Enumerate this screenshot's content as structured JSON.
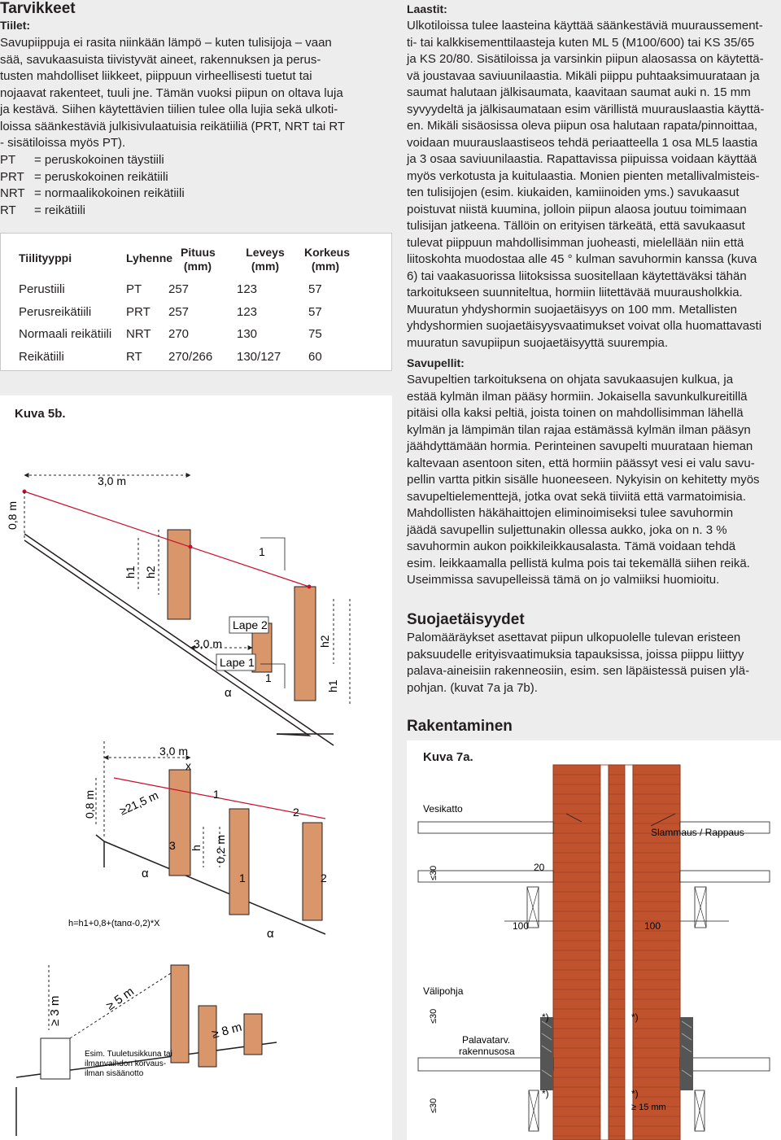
{
  "left": {
    "title": "Tarvikkeet",
    "subtitle": "Tiilet:",
    "paragraph_lines": [
      "Savupiippuja ei rasita niinkään lämpö – kuten tulisijoja – vaan",
      "sää, savukaasuista tiivistyvät aineet, rakennuksen ja perus-",
      "tusten mahdolliset liikkeet, piippuun virheellisesti tuetut tai",
      "nojaavat rakenteet, tuuli jne. Tämän vuoksi piipun on oltava luja",
      "ja kestävä. Siihen käytettävien tiilien tulee olla lujia sekä ulkoti-",
      "loissa säänkestäviä julkisivulaatuisia reikätiiliä (PRT, NRT tai RT",
      "- sisätiloissa myös PT)."
    ],
    "abbreviations": [
      {
        "abbr": "PT",
        "def": "= peruskokoinen täystiili"
      },
      {
        "abbr": "PRT",
        "def": "= peruskokoinen reikätiili"
      },
      {
        "abbr": "NRT",
        "def": "= normaalikokoinen reikätiili"
      },
      {
        "abbr": "RT",
        "def": "= reikätiili"
      }
    ],
    "table": {
      "headers": [
        "Tiilityyppi",
        "Lyhenne",
        "Pituus (mm)",
        "Leveys (mm)",
        "Korkeus (mm)"
      ],
      "rows": [
        [
          "Perustiili",
          "PT",
          "257",
          "123",
          "57"
        ],
        [
          "Perusreikätiili",
          "PRT",
          "257",
          "123",
          "57"
        ],
        [
          "Normaali reikätiili",
          "NRT",
          "270",
          "130",
          "75"
        ],
        [
          "Reikätiili",
          "RT",
          "270/266",
          "130/127",
          "60"
        ]
      ]
    },
    "figure_caption": "Kuva 5b.",
    "fig1_labels": {
      "top": "3,0 m",
      "side": "0,8 m",
      "h1": "h1",
      "h2": "h2",
      "one_a": "1",
      "lape2": "Lape 2",
      "lape1": "Lape 1",
      "mid": "3,0 m",
      "one_b": "1",
      "alpha": "α",
      "h2b": "h2",
      "h1b": "h1"
    },
    "fig2_labels": {
      "top": "3,0 m",
      "x": "x",
      "side": "0,8 m",
      "slope": "≥21,5 m",
      "one_a": "1",
      "two_a": "2",
      "three": "3",
      "h": "h",
      "zero2": "0,2 m",
      "one_b": "1",
      "two_b": "2",
      "alpha": "α",
      "alpha2": "α",
      "formula": "h=h1+0,8+(tanα-0,2)*X"
    },
    "fig3_labels": {
      "three": "≥ 3 m",
      "five": "≥ 5 m",
      "eight": "≥ 8 m",
      "note": [
        "Esim. Tuuletusikkuna tai",
        "ilmanvaihdon korvaus-",
        "ilman sisäänotto"
      ]
    }
  },
  "right": {
    "laastit_title": "Laastit:",
    "laastit_lines": [
      "Ulkotiloissa tulee laasteina käyttää säänkestäviä muuraussement-",
      "ti- tai kalkkisementtilaasteja kuten ML 5 (M100/600) tai KS 35/65",
      "ja KS 20/80. Sisätiloissa ja varsinkin piipun alaosassa on käytettä-",
      "vä joustavaa saviuunilaastia. Mikäli piippu puhtaaksimuurataan ja",
      "saumat halutaan jälkisaumata, kaavitaan saumat auki n. 15 mm",
      "syvyydeltä ja jälkisaumataan esim värillistä muurauslaastia käyttä-",
      "en. Mikäli sisäosissa oleva piipun osa halutaan rapata/pinnoittaa,",
      "voidaan muurauslaastiseos tehdä periaatteella 1 osa ML5 laastia",
      "ja 3 osaa saviuunilaastia. Rapattavissa piipuissa voidaan käyttää",
      "myös verkotusta ja kuitulaastia. Monien pienten metallivalmisteis-",
      "ten tulisijojen (esim. kiukaiden, kamiinoiden yms.) savukaasut",
      "poistuvat niistä kuumina, jolloin piipun alaosa joutuu toimimaan",
      "tulisijan jatkeena. Tällöin on erityisen tärkeätä, että savukaasut",
      "tulevat piippuun mahdollisimman juoheasti, mielellään niin että",
      "liitoskohta muodostaa alle 45 ° kulman savuhormin kanssa (kuva",
      "6) tai vaakasuorissa liitoksissa suositellaan käytettäväksi tähän",
      "tarkoitukseen suunniteltua, hormiin liitettävää muurausholkkia.",
      "Muuratun yhdyshormin suojaetäisyys on 100 mm. Metallisten",
      "yhdyshormien suojaetäisyysvaatimukset voivat olla huomattavasti",
      "muuratun savupiipun suojaetäisyyttä suurempia."
    ],
    "savupellit_title": "Savupellit:",
    "savupellit_lines": [
      "Savupeltien tarkoituksena on ohjata savukaasujen kulkua, ja",
      "estää kylmän ilman pääsy hormiin. Jokaisella savunkulkureitillä",
      "pitäisi olla kaksi peltiä, joista toinen on mahdollisimman lähellä",
      "kylmän ja lämpimän tilan rajaa estämässä kylmän ilman pääsyn",
      "jäähdyttämään hormia. Perinteinen savupelti muurataan hieman",
      "kaltevaan asentoon siten, että hormiin päässyt vesi ei valu savu-",
      "pellin vartta pitkin sisälle huoneeseen. Nykyisin on kehitetty myös",
      "savupeltielementtejä, jotka ovat sekä tiiviitä että varmatoimisia.",
      "Mahdollisten häkähaittojen eliminoimiseksi tulee savuhormin",
      "jäädä savupellin suljettunakin ollessa aukko, joka on n. 3 %",
      "savuhormin aukon poikkileikkausalasta. Tämä voidaan tehdä",
      "esim. leikkaamalla pellistä kulma pois tai tekemällä siihen reikä.",
      "Useimmissa savupelleissä tämä on jo valmiiksi huomioitu."
    ],
    "suoja_title": "Suojaetäisyydet",
    "suoja_lines": [
      "Palomääräykset asettavat piipun ulkopuolelle tulevan eristeen",
      "paksuudelle erityisvaatimuksia tapauksissa, joissa piippu liittyy",
      "palava-aineisiin rakenneosiin, esim. sen läpäistessä puisen ylä-",
      "pohjan. (kuvat 7a ja 7b)."
    ],
    "rakentaminen_title": "Rakentaminen",
    "figure": {
      "caption": "Kuva 7a.",
      "vesikatto": "Vesikatto",
      "slammaus": "Slammaus / Rappaus",
      "le30": "≤30",
      "twenty": "20",
      "hundred_left": "100",
      "hundred_right": "100",
      "valipohja": "Välipohja",
      "le30b": "≤30",
      "star_a": "*)",
      "star_b": "*)",
      "palavatarv": [
        "Palavatarv.",
        "rakennusosa"
      ],
      "le30c": "≤30",
      "star_c": "*)",
      "star_d": "*)",
      "ge15": "≥ 15 mm"
    },
    "colors": {
      "brick": "#d8966a",
      "chimney": "#c0532d",
      "chimney_dark": "#8a3a1f",
      "red_line": "#c8102e"
    }
  }
}
